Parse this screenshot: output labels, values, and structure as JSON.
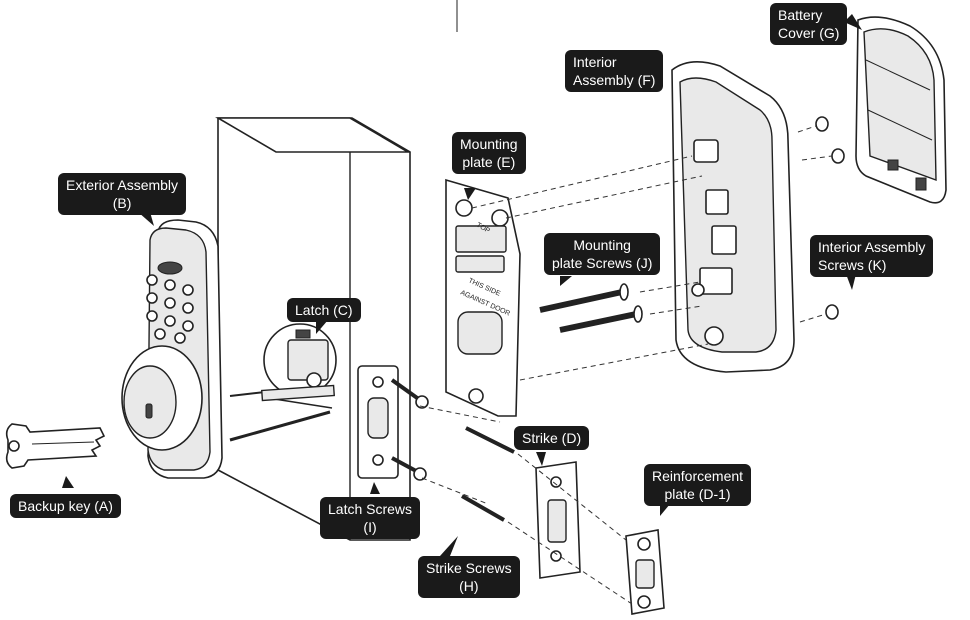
{
  "labels": {
    "backup_key": "Backup key (A)",
    "exterior_assembly": [
      "Exterior Assembly",
      "(B)"
    ],
    "latch": "Latch (C)",
    "strike": "Strike (D)",
    "reinforcement_plate": [
      "Reinforcement",
      "plate (D-1)"
    ],
    "mounting_plate": [
      "Mounting",
      "plate (E)"
    ],
    "interior_assembly": [
      "Interior",
      "Assembly (F)"
    ],
    "battery_cover": [
      "Battery",
      "Cover (G)"
    ],
    "strike_screws": [
      "Strike Screws",
      "(H)"
    ],
    "latch_screws": [
      "Latch Screws",
      "(I)"
    ],
    "mounting_plate_screws": [
      "Mounting",
      "plate Screws (J)"
    ],
    "interior_assembly_screws": [
      "Interior Assembly",
      "Screws (K)"
    ]
  },
  "plate_text": {
    "top_marker": "TOP",
    "side_line1": "THIS SIDE",
    "side_line2": "AGAINST DOOR"
  },
  "colors": {
    "callout_bg": "#1a1a1a",
    "callout_text": "#ffffff",
    "line": "#222222"
  }
}
